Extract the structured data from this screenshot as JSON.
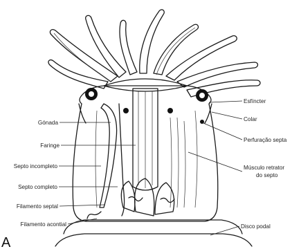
{
  "figure": {
    "panel_letter": "A",
    "labels": {
      "left": [
        "Gónada",
        "Faringe",
        "Septo incompleto",
        "Septo completo",
        "Filamento septal",
        "Filamento acontial"
      ],
      "right": [
        "Esfíncter",
        "Colar",
        "Perfuração septa",
        "Músculo retrator",
        "do septo",
        "Disco podal"
      ]
    }
  },
  "colors": {
    "ink": "#1a1a1a",
    "paper": "#ffffff",
    "shade": "#bdbdbd"
  }
}
